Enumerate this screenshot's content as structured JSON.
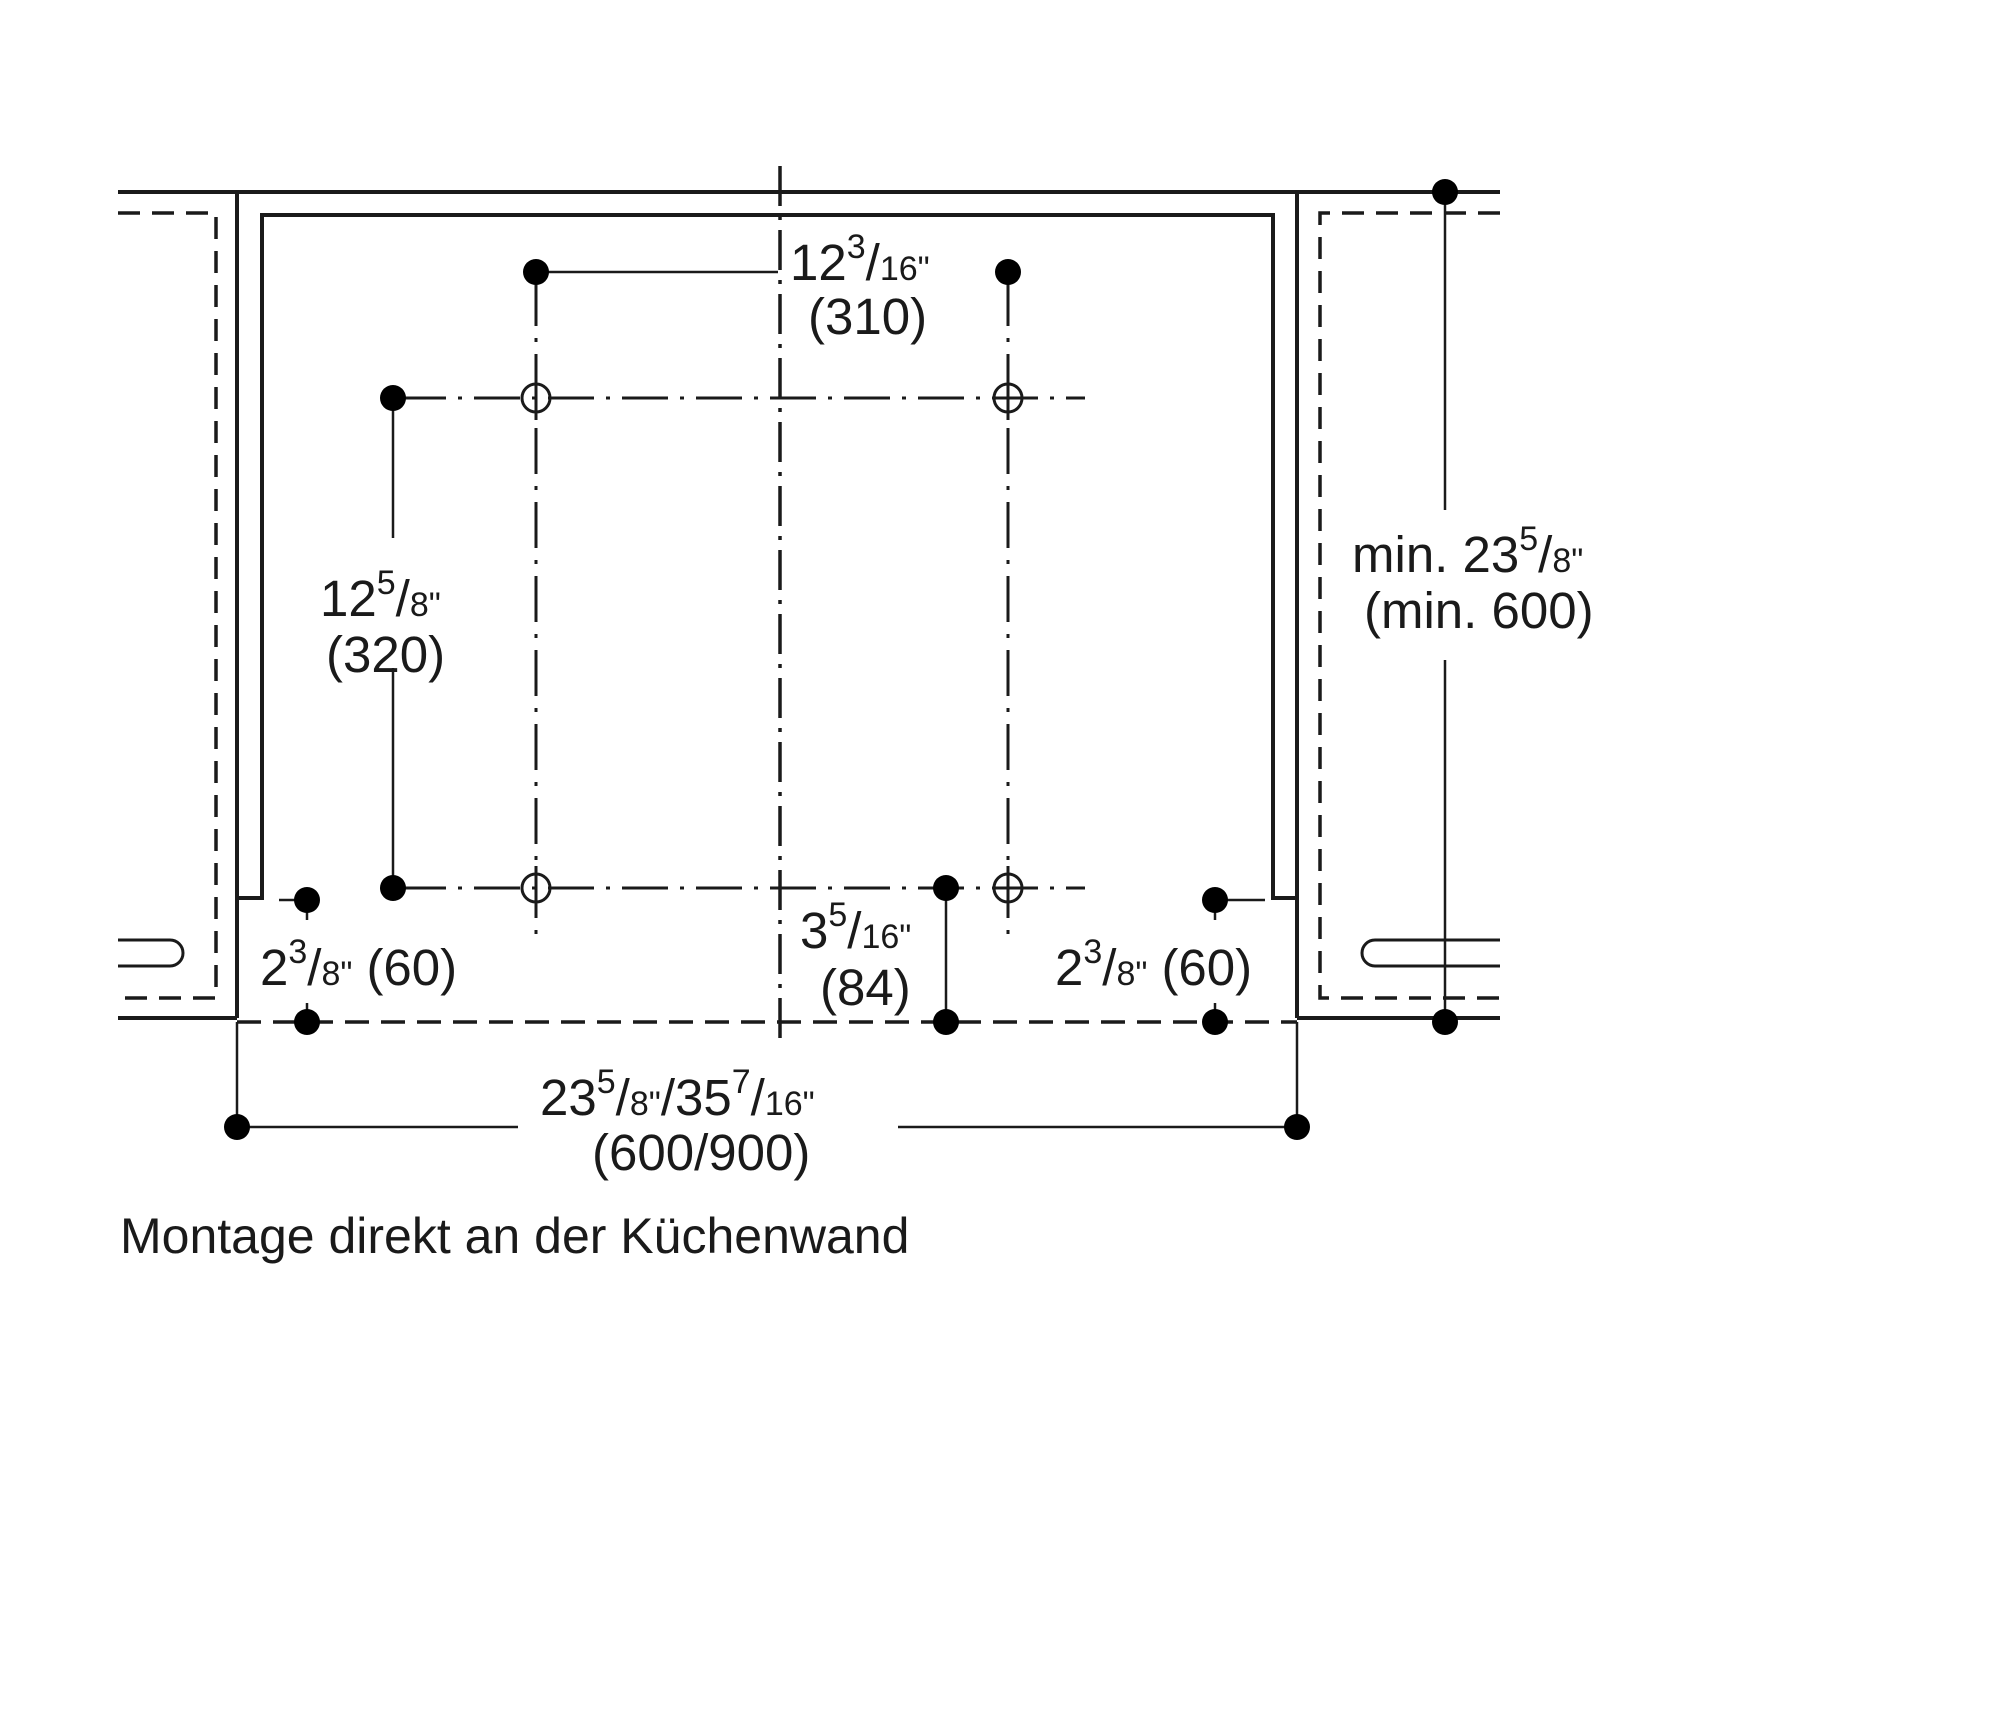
{
  "caption": "Montage direkt an der Küchenwand",
  "dims": {
    "hole_spacing_horizontal": {
      "whole": "12",
      "sup": "3",
      "slash": "/",
      "sub": "16\"",
      "metric": "(310)"
    },
    "hole_spacing_vertical": {
      "whole": "12",
      "sup": "5",
      "slash": "/",
      "sub": "8\"",
      "metric": "(320)"
    },
    "min_height": {
      "whole": "min. 23",
      "sup": "5",
      "slash": "/",
      "sub": "8\"",
      "metric": "(min. 600)"
    },
    "lower_hole_offset": {
      "whole": "3",
      "sup": "5",
      "slash": "/",
      "sub": "16\"",
      "metric": "(84)"
    },
    "left_offset": {
      "whole": "2",
      "sup": "3",
      "slash": "/",
      "sub": "8\"",
      "metric": "(60)"
    },
    "right_offset": {
      "whole": "2",
      "sup": "3",
      "slash": "/",
      "sub": "8\"",
      "metric": "(60)"
    },
    "overall_width": {
      "whole_a": "23",
      "sup_a": "5",
      "slash_a": "/",
      "sub_a": "8\"",
      "sep": "/",
      "whole_b": "35",
      "sup_b": "7",
      "slash_b": "/",
      "sub_b": "16\"",
      "metric": "(600/900)"
    }
  }
}
